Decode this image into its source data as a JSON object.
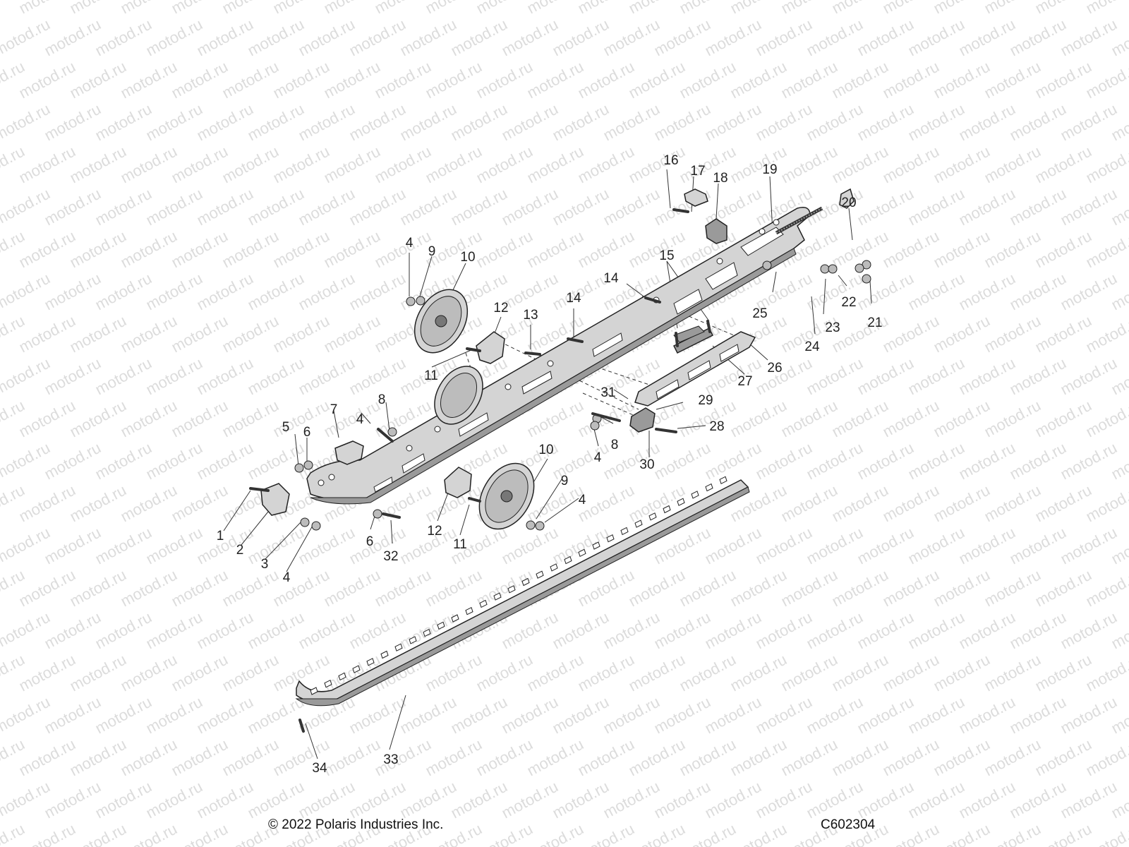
{
  "watermark": {
    "text": "motod.ru"
  },
  "footer": {
    "copyright": "© 2022 Polaris Industries Inc.",
    "drawing_id": "C602304"
  },
  "colors": {
    "part_fill": "#d4d4d4",
    "part_dark": "#8a8a8a",
    "outline": "#222222",
    "watermark": "#dcdcdc"
  },
  "callouts": [
    "1",
    "2",
    "3",
    "4",
    "4",
    "4",
    "4",
    "4",
    "5",
    "6",
    "6",
    "7",
    "8",
    "8",
    "9",
    "9",
    "10",
    "10",
    "11",
    "11",
    "12",
    "12",
    "13",
    "14",
    "14",
    "15",
    "16",
    "17",
    "18",
    "19",
    "20",
    "21",
    "22",
    "23",
    "24",
    "25",
    "26",
    "27",
    "28",
    "29",
    "30",
    "31",
    "32",
    "33",
    "34"
  ]
}
